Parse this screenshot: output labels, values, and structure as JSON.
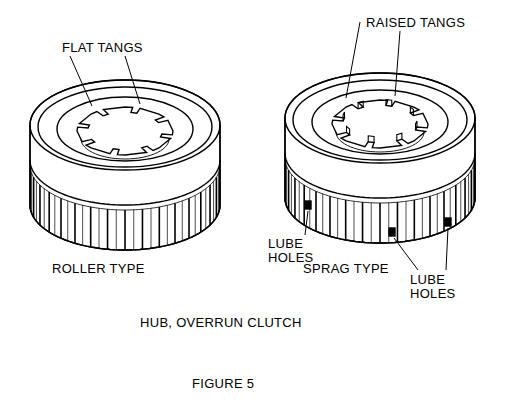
{
  "diagram": {
    "title": "HUB, OVERRUN CLUTCH",
    "caption": "FIGURE 5",
    "labels": [
      "FLAT TANGS",
      "RAISED TANGS",
      "LUBE HOLES",
      "ROLLER TYPE",
      "SPRAG TYPE",
      "LUBE HOLES"
    ]
  }
}
